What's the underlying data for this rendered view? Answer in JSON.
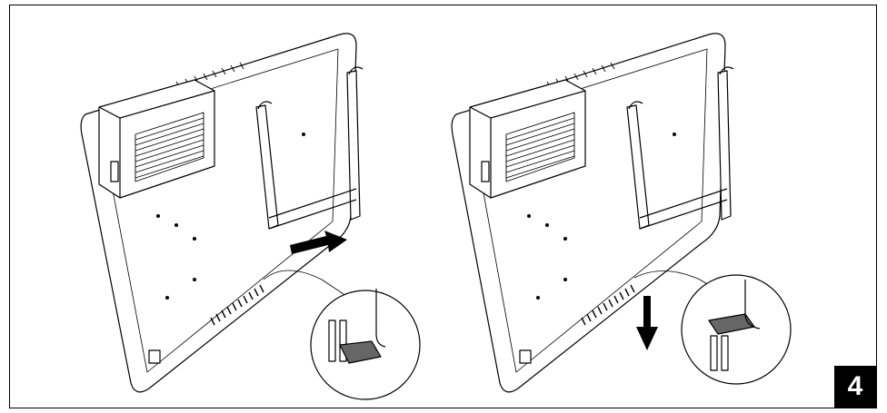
{
  "document": {
    "step_number": "4",
    "illustrations": [
      {
        "name": "heater-back-bracket-slide-horizontal",
        "arrow_direction": "right"
      },
      {
        "name": "heater-back-bracket-slide-down",
        "arrow_direction": "down"
      }
    ]
  }
}
